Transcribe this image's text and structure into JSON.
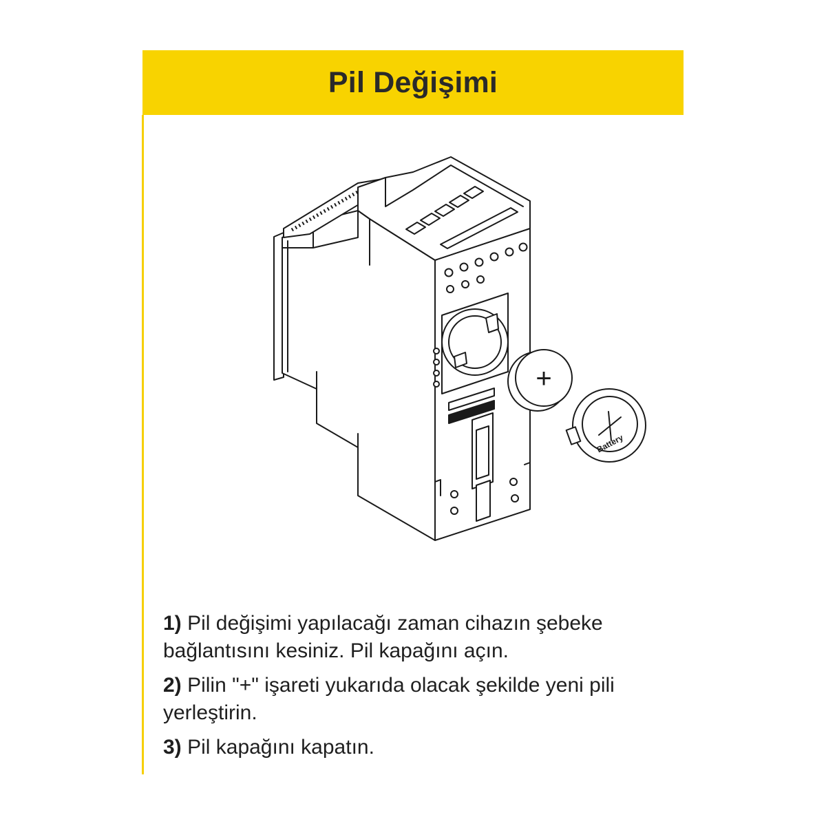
{
  "header": {
    "title": "Pil Değişimi"
  },
  "illustration": {
    "battery_plus": "+",
    "battery_cover_label": "Battery"
  },
  "steps": [
    {
      "number": "1)",
      "text": "Pil değişimi yapılacağı zaman cihazın şebeke bağlantısını kesiniz. Pil kapağını açın."
    },
    {
      "number": "2)",
      "text": "Pilin \"+\" işareti yukarıda olacak şekilde yeni pili yerleştirin."
    },
    {
      "number": "3)",
      "text": "Pil kapağını kapatın."
    }
  ],
  "colors": {
    "accent": "#f8d300",
    "text": "#1f1f1f",
    "line_art": "#1a1a1a"
  }
}
